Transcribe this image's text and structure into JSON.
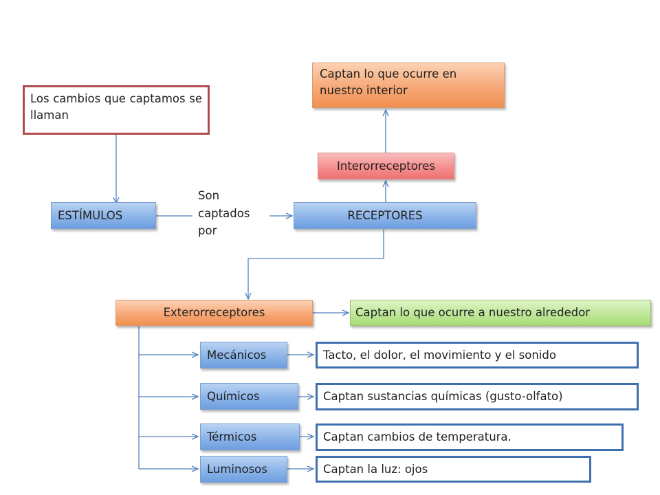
{
  "top_note": "Captan lo que ocurre en nuestro interior",
  "cambios_note": "Los cambios que captamos se llaman",
  "interorreceptores": "Interorreceptores",
  "estimulos": "ESTÍMULOS",
  "son_captados_por": [
    "Son",
    "captados",
    "por"
  ],
  "receptores": "RECEPTORES",
  "exterorreceptores": "Exterorreceptores",
  "alrededor_note": "Captan lo que ocurre a nuestro alrededor",
  "types": [
    {
      "label": "Mecánicos",
      "desc": "Tacto, el dolor, el movimiento  y el sonido"
    },
    {
      "label": "Químicos",
      "desc": "Captan sustancias químicas (gusto-olfato)"
    },
    {
      "label": "Térmicos",
      "desc": "Captan cambios  de temperatura."
    },
    {
      "label": "Luminosos",
      "desc": "Captan la luz: ojos"
    }
  ],
  "colors": {
    "connector": "#4f81bd",
    "blue_box": "#8cb4e8",
    "orange_box": "#f7a877",
    "red_box": "#f58f8f",
    "green_box": "#bfe79a",
    "outline_blue": "#3f6fae",
    "outline_red": "#b14b4b"
  }
}
